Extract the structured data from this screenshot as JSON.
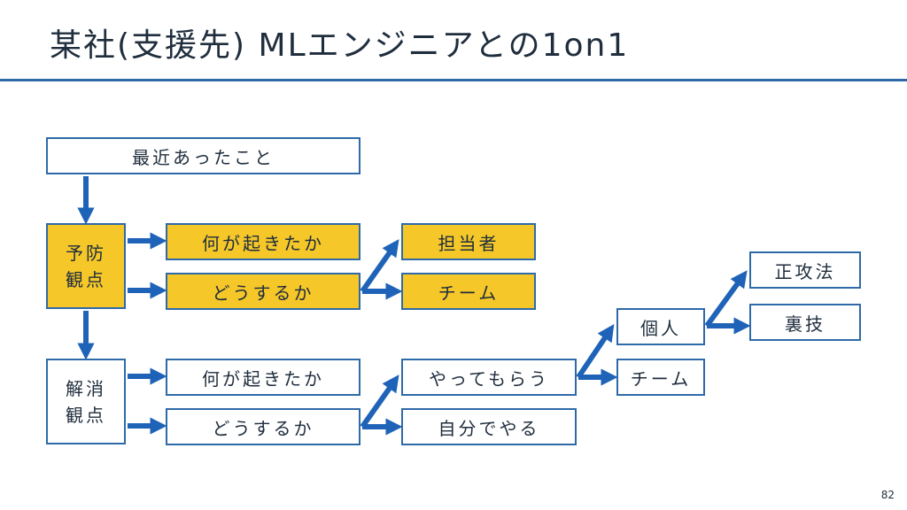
{
  "slide": {
    "title": "某社(支援先) MLエンジニアとの1on1",
    "page_number": "82"
  },
  "diagram": {
    "recent": "最近あったこと",
    "prevention": {
      "line1": "予防",
      "line2": "観点"
    },
    "resolution": {
      "line1": "解消",
      "line2": "観点"
    },
    "prev_what": "何が起きたか",
    "prev_how": "どうするか",
    "owner": "担当者",
    "team_a": "チーム",
    "res_what": "何が起きたか",
    "res_how": "どうするか",
    "delegate": "やってもらう",
    "self_do": "自分でやる",
    "individual": "個人",
    "team_b": "チーム",
    "proper": "正攻法",
    "trick": "裏技"
  },
  "colors": {
    "border": "#2e6aa8",
    "arrow": "#1f63b8",
    "highlight": "#f5c729",
    "title_rule": "#2e6aa8"
  }
}
